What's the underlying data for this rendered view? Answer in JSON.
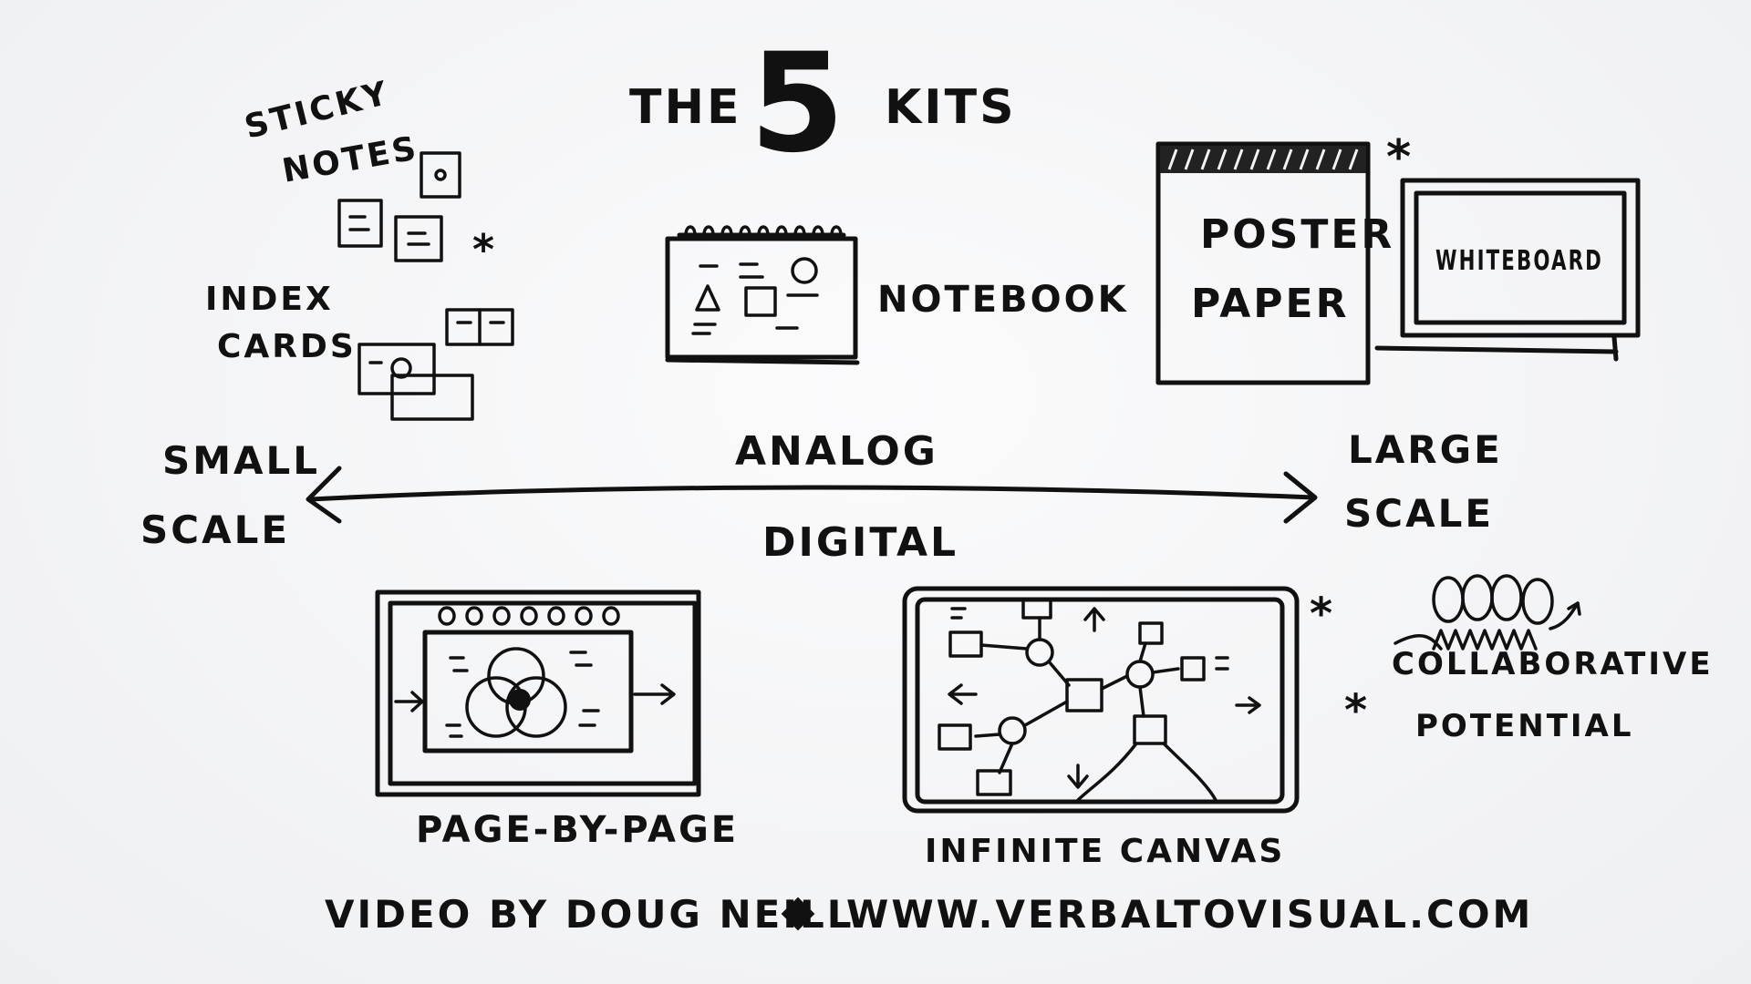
{
  "title": {
    "the": "THE",
    "number": "5",
    "kits": "KITS"
  },
  "analog": {
    "sticky_notes": [
      "STICKY",
      "NOTES"
    ],
    "index_cards": [
      "INDEX",
      "CARDS"
    ],
    "notebook": "NOTEBOOK",
    "poster_paper": [
      "POSTER",
      "PAPER"
    ],
    "whiteboard": "WHITEBOARD"
  },
  "scale": {
    "small": [
      "SMALL",
      "SCALE"
    ],
    "large": [
      "LARGE",
      "SCALE"
    ],
    "analog_label": "ANALOG",
    "digital_label": "DIGITAL"
  },
  "digital": {
    "page_by_page": "PAGE-BY-PAGE",
    "infinite_canvas": "INFINITE CANVAS",
    "collaborative": [
      "COLLABORATIVE",
      "POTENTIAL"
    ]
  },
  "marker": "*",
  "credit": {
    "by": "VIDEO BY DOUG NEILL",
    "url": "WWW.VERBALTOVISUAL.COM"
  }
}
